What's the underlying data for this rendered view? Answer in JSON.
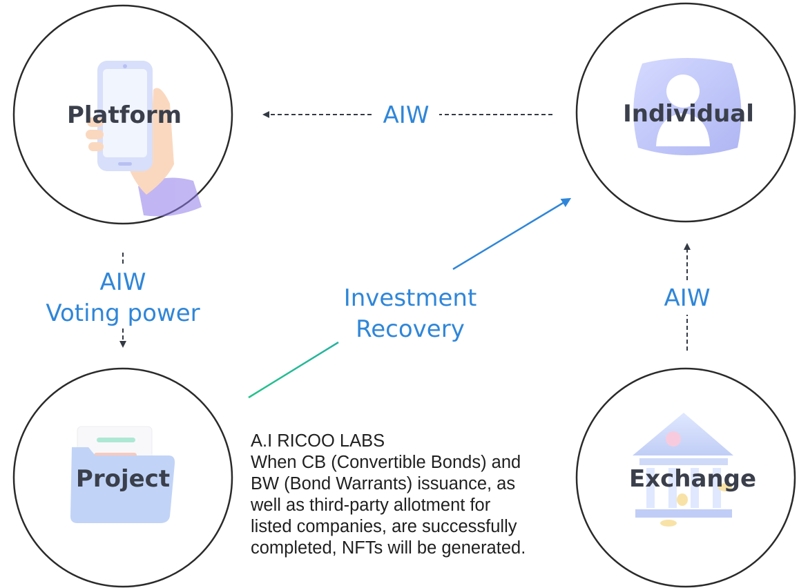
{
  "nodes": {
    "platform": {
      "label": "Platform"
    },
    "individual": {
      "label": "Individual"
    },
    "project": {
      "label": "Project"
    },
    "exchange": {
      "label": "Exchange"
    }
  },
  "flows": {
    "individual_to_platform": {
      "label": "AIW"
    },
    "platform_to_project": {
      "line1": "AIW",
      "line2": "Voting power"
    },
    "project_to_individual": {
      "line1": "Investment",
      "line2": "Recovery"
    },
    "exchange_to_individual": {
      "label": "AIW"
    }
  },
  "note": {
    "title": "A.I RICOO LABS",
    "lines": [
      "When CB (Convertible Bonds) and",
      "BW (Bond Warrants) issuance, as",
      "well as third-party allotment for",
      "listed companies, are successfully",
      "completed, NFTs will be generated."
    ]
  },
  "colors": {
    "label_blue": "#2f86d8",
    "node_text": "#3a3f4b",
    "circle_stroke": "#2a2a2a",
    "dashed_arrow": "#333a44",
    "recovery_start": "#23c28a",
    "recovery_end": "#2f86d8"
  },
  "icons": {
    "platform": "hand-holding-phone-icon",
    "individual": "user-profile-icon",
    "project": "folder-document-icon",
    "exchange": "bank-building-icon"
  }
}
